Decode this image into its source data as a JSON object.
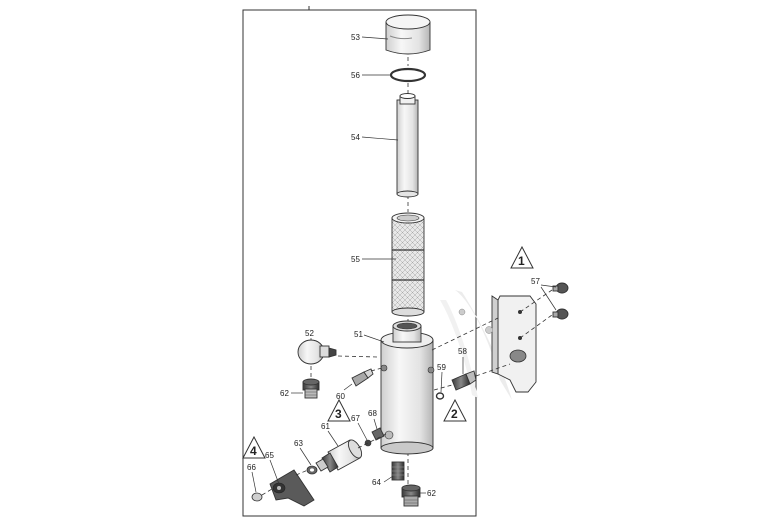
{
  "part_labels": {
    "p51": "51",
    "p52": "52",
    "p53": "53",
    "p54": "54",
    "p55": "55",
    "p56": "56",
    "p57": "57",
    "p58": "58",
    "p59": "59",
    "p60": "60",
    "p61": "61",
    "p62a": "62",
    "p62b": "62",
    "p63": "63",
    "p64": "64",
    "p65": "65",
    "p66": "66",
    "p67": "67",
    "p68": "68"
  },
  "note_markers": {
    "n1": "1",
    "n2": "2",
    "n3": "3",
    "n4": "4"
  },
  "colors": {
    "line": "#333333",
    "part_fill_light": "#f2f2f2",
    "part_fill_mid": "#d9d9d9",
    "part_fill_dark": "#555555"
  }
}
